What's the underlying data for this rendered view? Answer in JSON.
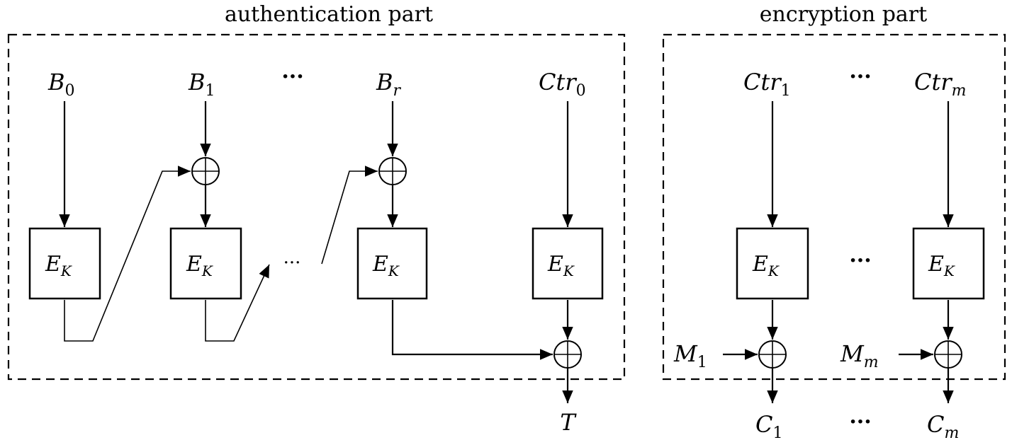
{
  "diagram": {
    "type": "block-cipher-mode",
    "description": "Authenticated encryption scheme: CBC-MAC authentication part and CTR encryption part",
    "sections": {
      "authentication": {
        "title": "authentication part",
        "inputs": [
          {
            "base": "B",
            "sub": "0"
          },
          {
            "base": "B",
            "sub": "1"
          },
          {
            "base": "B",
            "sub": "r"
          },
          {
            "base": "Ctr",
            "sub": "0"
          }
        ],
        "ellipsis": "···",
        "block_label": {
          "base": "E",
          "sub": "K"
        },
        "output": "T"
      },
      "encryption": {
        "title": "encryption part",
        "inputs": [
          {
            "base": "Ctr",
            "sub": "1"
          },
          {
            "base": "Ctr",
            "sub": "m"
          }
        ],
        "messages": [
          {
            "base": "M",
            "sub": "1"
          },
          {
            "base": "M",
            "sub": "m"
          }
        ],
        "outputs": [
          {
            "base": "C",
            "sub": "1"
          },
          {
            "base": "C",
            "sub": "m"
          }
        ],
        "ellipsis": "···",
        "block_label": {
          "base": "E",
          "sub": "K"
        }
      }
    }
  }
}
